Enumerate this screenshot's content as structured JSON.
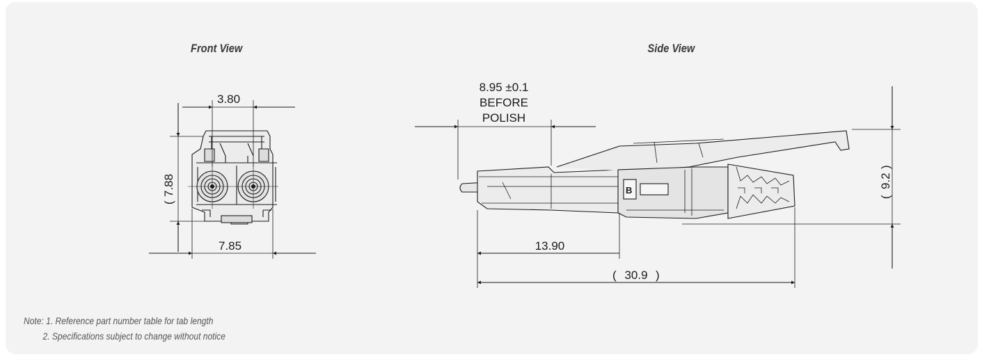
{
  "views": {
    "front_title": "Front View",
    "side_title": "Side View"
  },
  "dimensions": {
    "front_width_top": "3.80",
    "front_height": "7.88",
    "front_width_bottom": "7.85",
    "side_before_polish_line1": "8.95 ±0.1",
    "side_before_polish_line2": "BEFORE",
    "side_before_polish_line3": "POLISH",
    "side_length_partial": "13.90",
    "side_length_total": "30.9",
    "side_height": "9.2",
    "marking": "B"
  },
  "notes": {
    "line1": "Note: 1. Reference part number table for tab length",
    "line2": "2. Specifications subject to change without notice"
  },
  "colors": {
    "panel": "#f3f3f3",
    "line": "#1a1a1a",
    "body_fill": "#e8e8e8"
  }
}
